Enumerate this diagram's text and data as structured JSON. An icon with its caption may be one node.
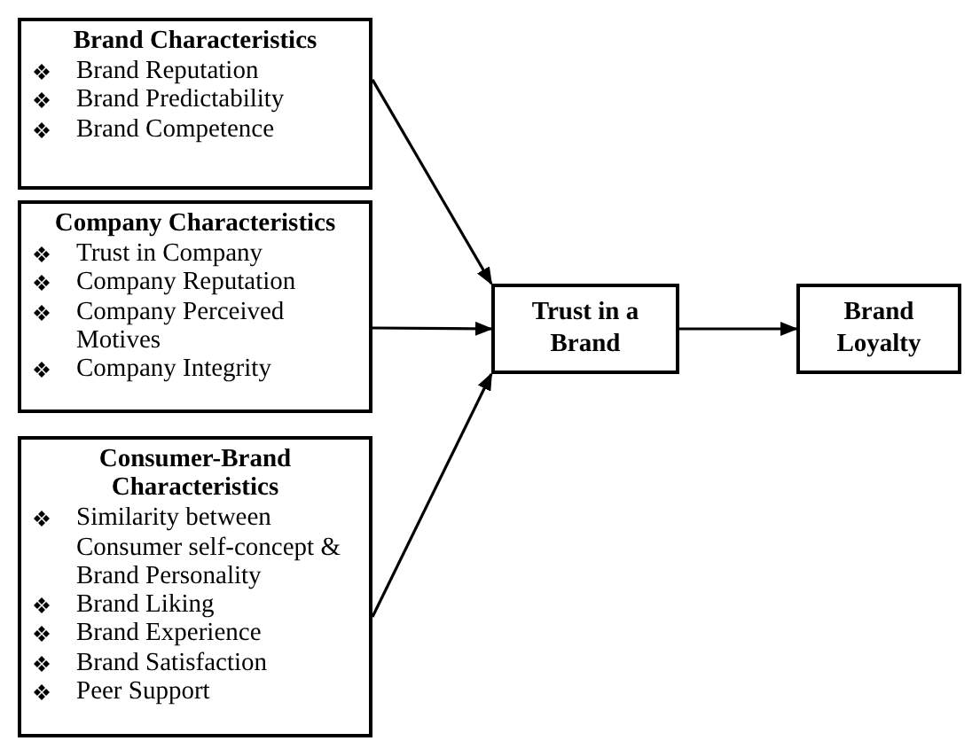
{
  "diagram": {
    "nodes": [
      {
        "text": [
          "Brand Characteristics",
          "Brand Reputation",
          "Brand Predictability",
          "Brand Competence"
        ]
      },
      {
        "text": [
          "Company Characteristics",
          "Trust in Company",
          "Company Reputation",
          "Company  Perceived Motives",
          "Company Integrity"
        ]
      },
      {
        "text": [
          "Consumer-Brand Characteristics",
          "Similarity between Consumer self-concept & Brand Personality",
          "Brand Liking",
          "Brand Experience",
          "Brand Satisfaction",
          "Peer Support"
        ]
      },
      {
        "text": [
          "Trust in a Brand"
        ]
      },
      {
        "text": [
          "Brand Loyalty"
        ]
      }
    ],
    "edges": [
      {
        "from": 0,
        "to": 3,
        "arrow": "to"
      },
      {
        "from": 1,
        "to": 3,
        "arrow": "to"
      },
      {
        "from": 2,
        "to": 3,
        "arrow": "to"
      },
      {
        "from": 3,
        "to": 4,
        "arrow": "to"
      }
    ]
  }
}
